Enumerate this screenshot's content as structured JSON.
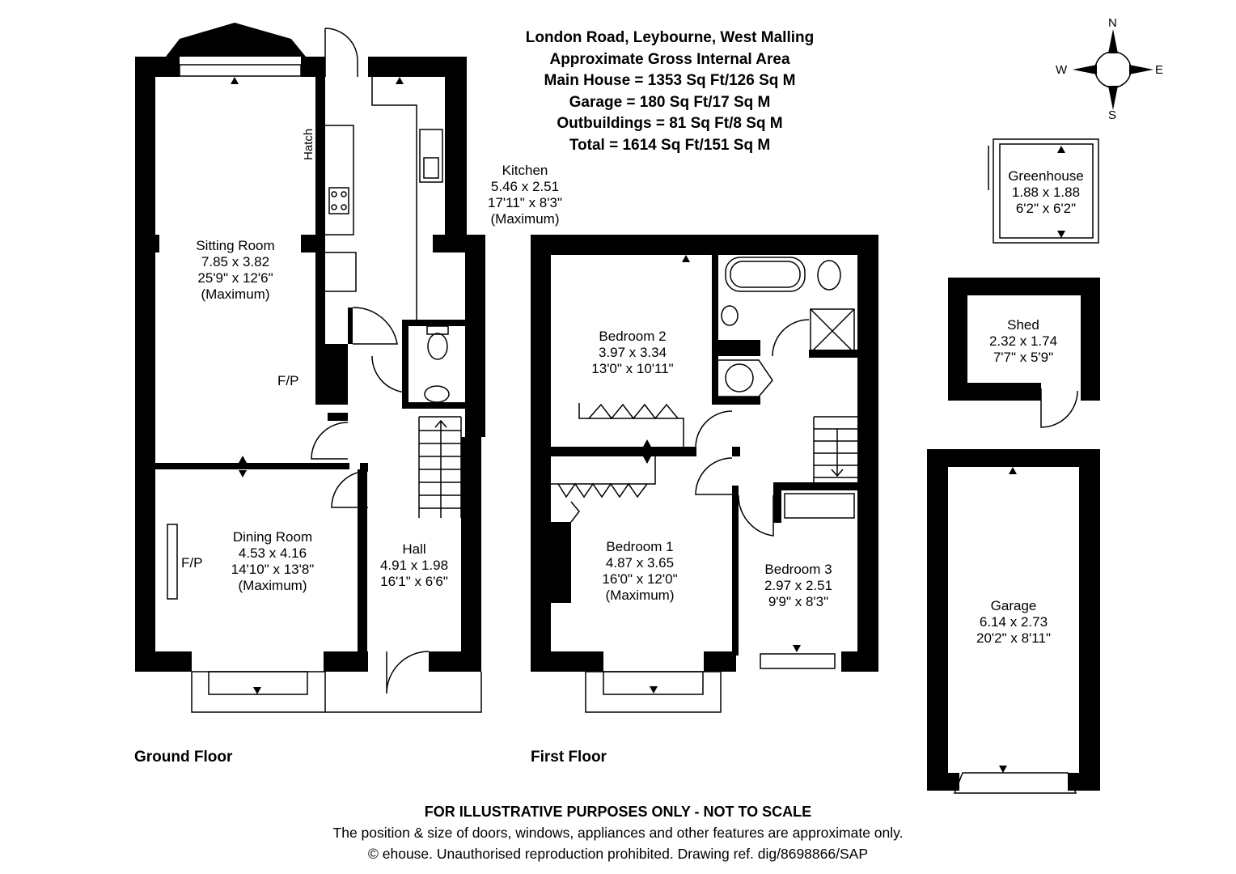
{
  "title": {
    "address": "London Road, Leybourne, West Malling",
    "area_heading": "Approximate Gross Internal Area",
    "main_house": "Main House = 1353 Sq Ft/126 Sq M",
    "garage": "Garage = 180 Sq Ft/17 Sq M",
    "outbuildings": "Outbuildings = 81 Sq Ft/8 Sq M",
    "total": "Total = 1614 Sq Ft/151 Sq M"
  },
  "compass": {
    "n": "N",
    "s": "S",
    "e": "E",
    "w": "W"
  },
  "rooms": {
    "sitting_room": {
      "name": "Sitting Room",
      "metric": "7.85 x 3.82",
      "imperial": "25'9\" x 12'6\"",
      "note": "(Maximum)"
    },
    "kitchen": {
      "name": "Kitchen",
      "metric": "5.46 x 2.51",
      "imperial": "17'11\" x 8'3\"",
      "note": "(Maximum)"
    },
    "dining_room": {
      "name": "Dining Room",
      "metric": "4.53 x 4.16",
      "imperial": "14'10\" x 13'8\"",
      "note": "(Maximum)"
    },
    "hall": {
      "name": "Hall",
      "metric": "4.91 x 1.98",
      "imperial": "16'1\" x 6'6\""
    },
    "bedroom_2": {
      "name": "Bedroom 2",
      "metric": "3.97 x 3.34",
      "imperial": "13'0\" x 10'11\""
    },
    "bedroom_1": {
      "name": "Bedroom 1",
      "metric": "4.87 x 3.65",
      "imperial": "16'0\" x 12'0\"",
      "note": "(Maximum)"
    },
    "bedroom_3": {
      "name": "Bedroom 3",
      "metric": "2.97 x 2.51",
      "imperial": "9'9\" x 8'3\""
    },
    "greenhouse": {
      "name": "Greenhouse",
      "metric": "1.88 x 1.88",
      "imperial": "6'2\" x 6'2\""
    },
    "shed": {
      "name": "Shed",
      "metric": "2.32 x 1.74",
      "imperial": "7'7\" x 5'9\""
    },
    "garage": {
      "name": "Garage",
      "metric": "6.14 x 2.73",
      "imperial": "20'2\" x 8'11\""
    }
  },
  "labels": {
    "fp": "F/P",
    "hatch": "Hatch"
  },
  "floors": {
    "ground": "Ground Floor",
    "first": "First Floor"
  },
  "footer": {
    "disclaimer": "FOR ILLUSTRATIVE PURPOSES ONLY - NOT TO SCALE",
    "note": "The position & size of doors, windows, appliances and other features are approximate only.",
    "copyright": "© ehouse. Unauthorised reproduction prohibited. Drawing ref. dig/8698866/SAP"
  }
}
